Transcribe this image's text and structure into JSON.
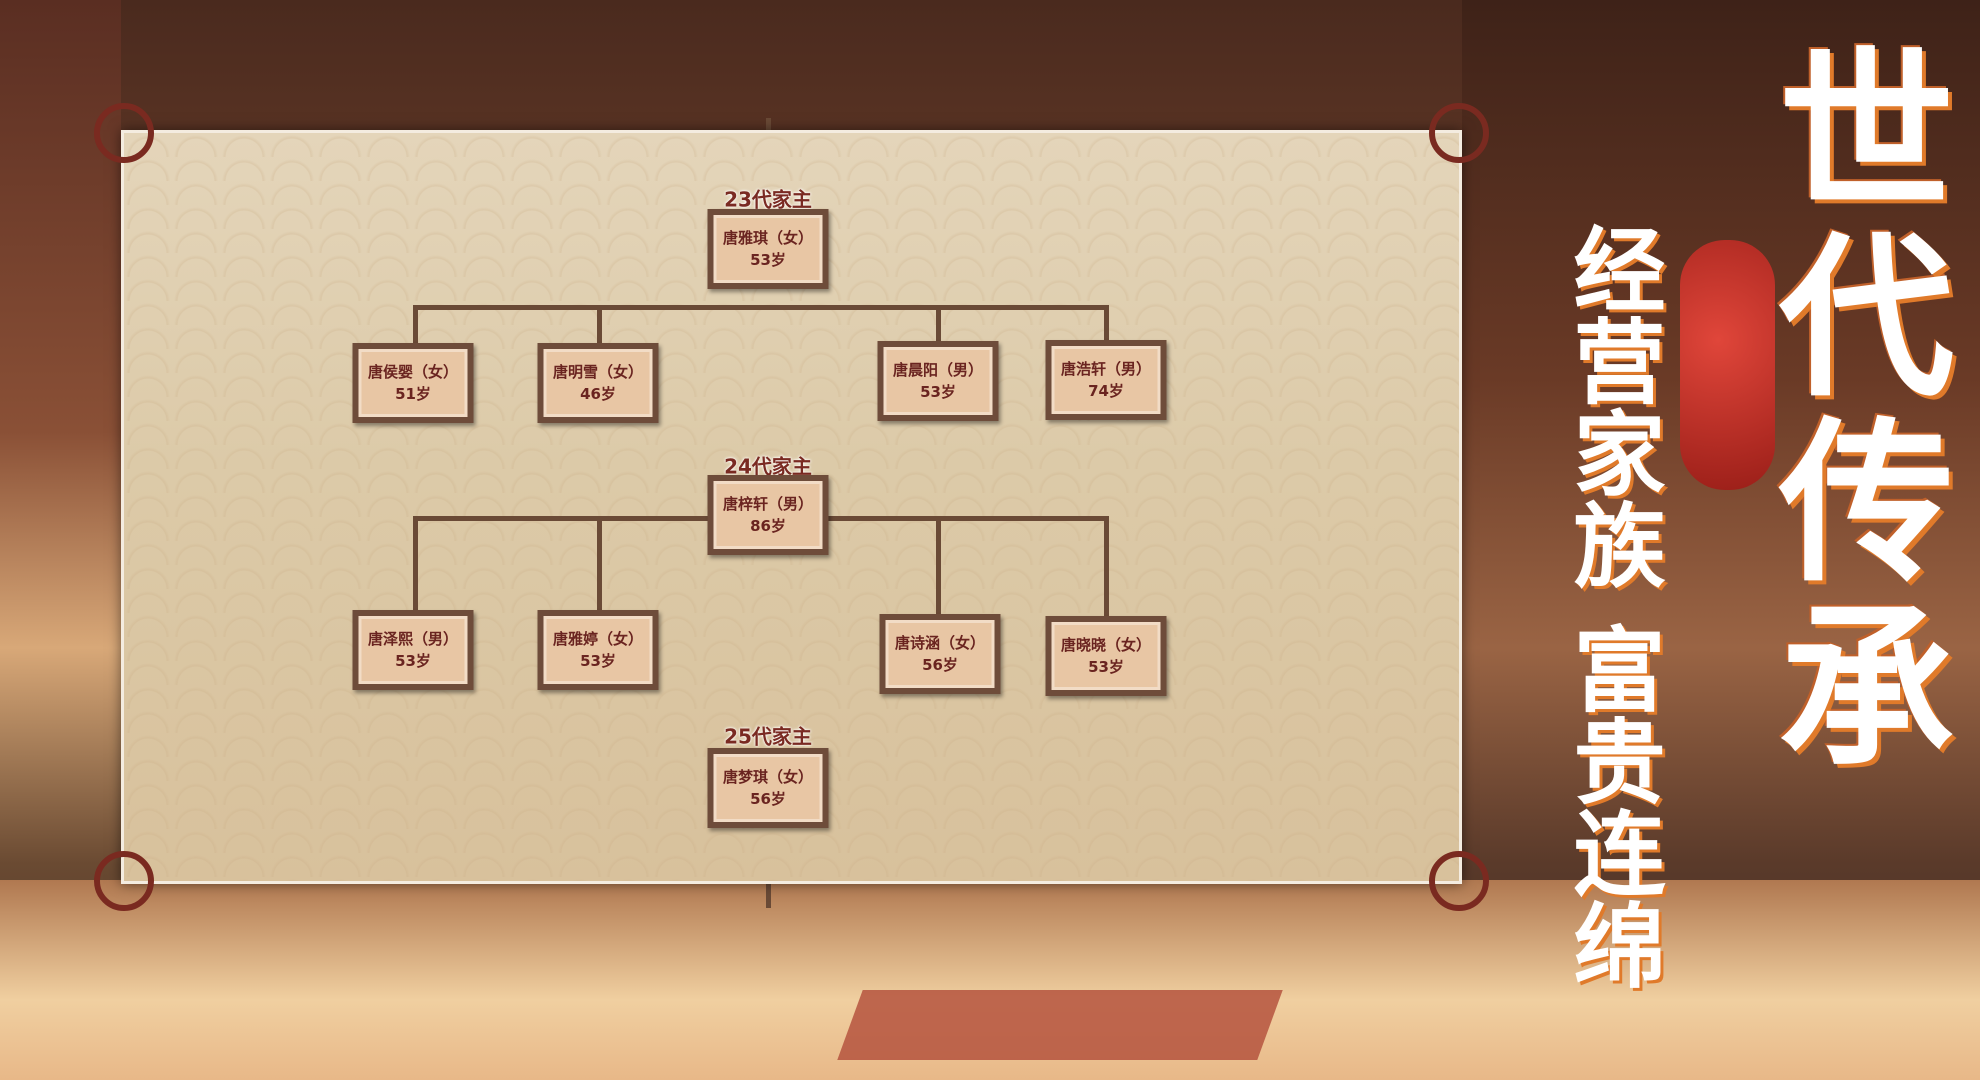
{
  "title_main": "世代传承",
  "title_sub": "经营家族 富贵连绵",
  "tree": {
    "gen23": {
      "label": "23代家主",
      "name": "唐雅琪（女）",
      "age": "53岁"
    },
    "gen23_children": [
      {
        "name": "唐侯婴（女）",
        "age": "51岁"
      },
      {
        "name": "唐明雪（女）",
        "age": "46岁"
      },
      {
        "name": "唐晨阳（男）",
        "age": "53岁"
      },
      {
        "name": "唐浩轩（男）",
        "age": "74岁"
      }
    ],
    "gen24": {
      "label": "24代家主",
      "name": "唐梓轩（男）",
      "age": "86岁"
    },
    "gen24_children": [
      {
        "name": "唐泽熙（男）",
        "age": "53岁"
      },
      {
        "name": "唐雅婷（女）",
        "age": "53岁"
      },
      {
        "name": "唐诗涵（女）",
        "age": "56岁"
      },
      {
        "name": "唐晓晓（女）",
        "age": "53岁"
      }
    ],
    "gen25": {
      "label": "25代家主",
      "name": "唐梦琪（女）",
      "age": "56岁"
    }
  }
}
